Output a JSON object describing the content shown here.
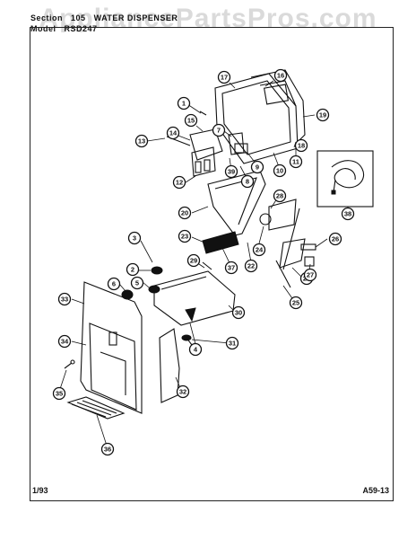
{
  "watermark": "AppliancePartsPros.com",
  "header": {
    "section_label": "Section",
    "section_number": "105",
    "section_title": "WATER DISPENSER",
    "model_label": "Model",
    "model_number": "RSD247"
  },
  "footer": {
    "date": "1/93",
    "page_code": "A59-13"
  },
  "callouts": [
    "1",
    "2",
    "3",
    "4",
    "5",
    "6",
    "7",
    "8",
    "9",
    "10",
    "11",
    "12",
    "13",
    "14",
    "15",
    "16",
    "17",
    "18",
    "19",
    "20",
    "21",
    "22",
    "23",
    "24",
    "25",
    "26",
    "27",
    "28",
    "29",
    "30",
    "31",
    "32",
    "33",
    "34",
    "35",
    "36",
    "37",
    "38",
    "39"
  ]
}
